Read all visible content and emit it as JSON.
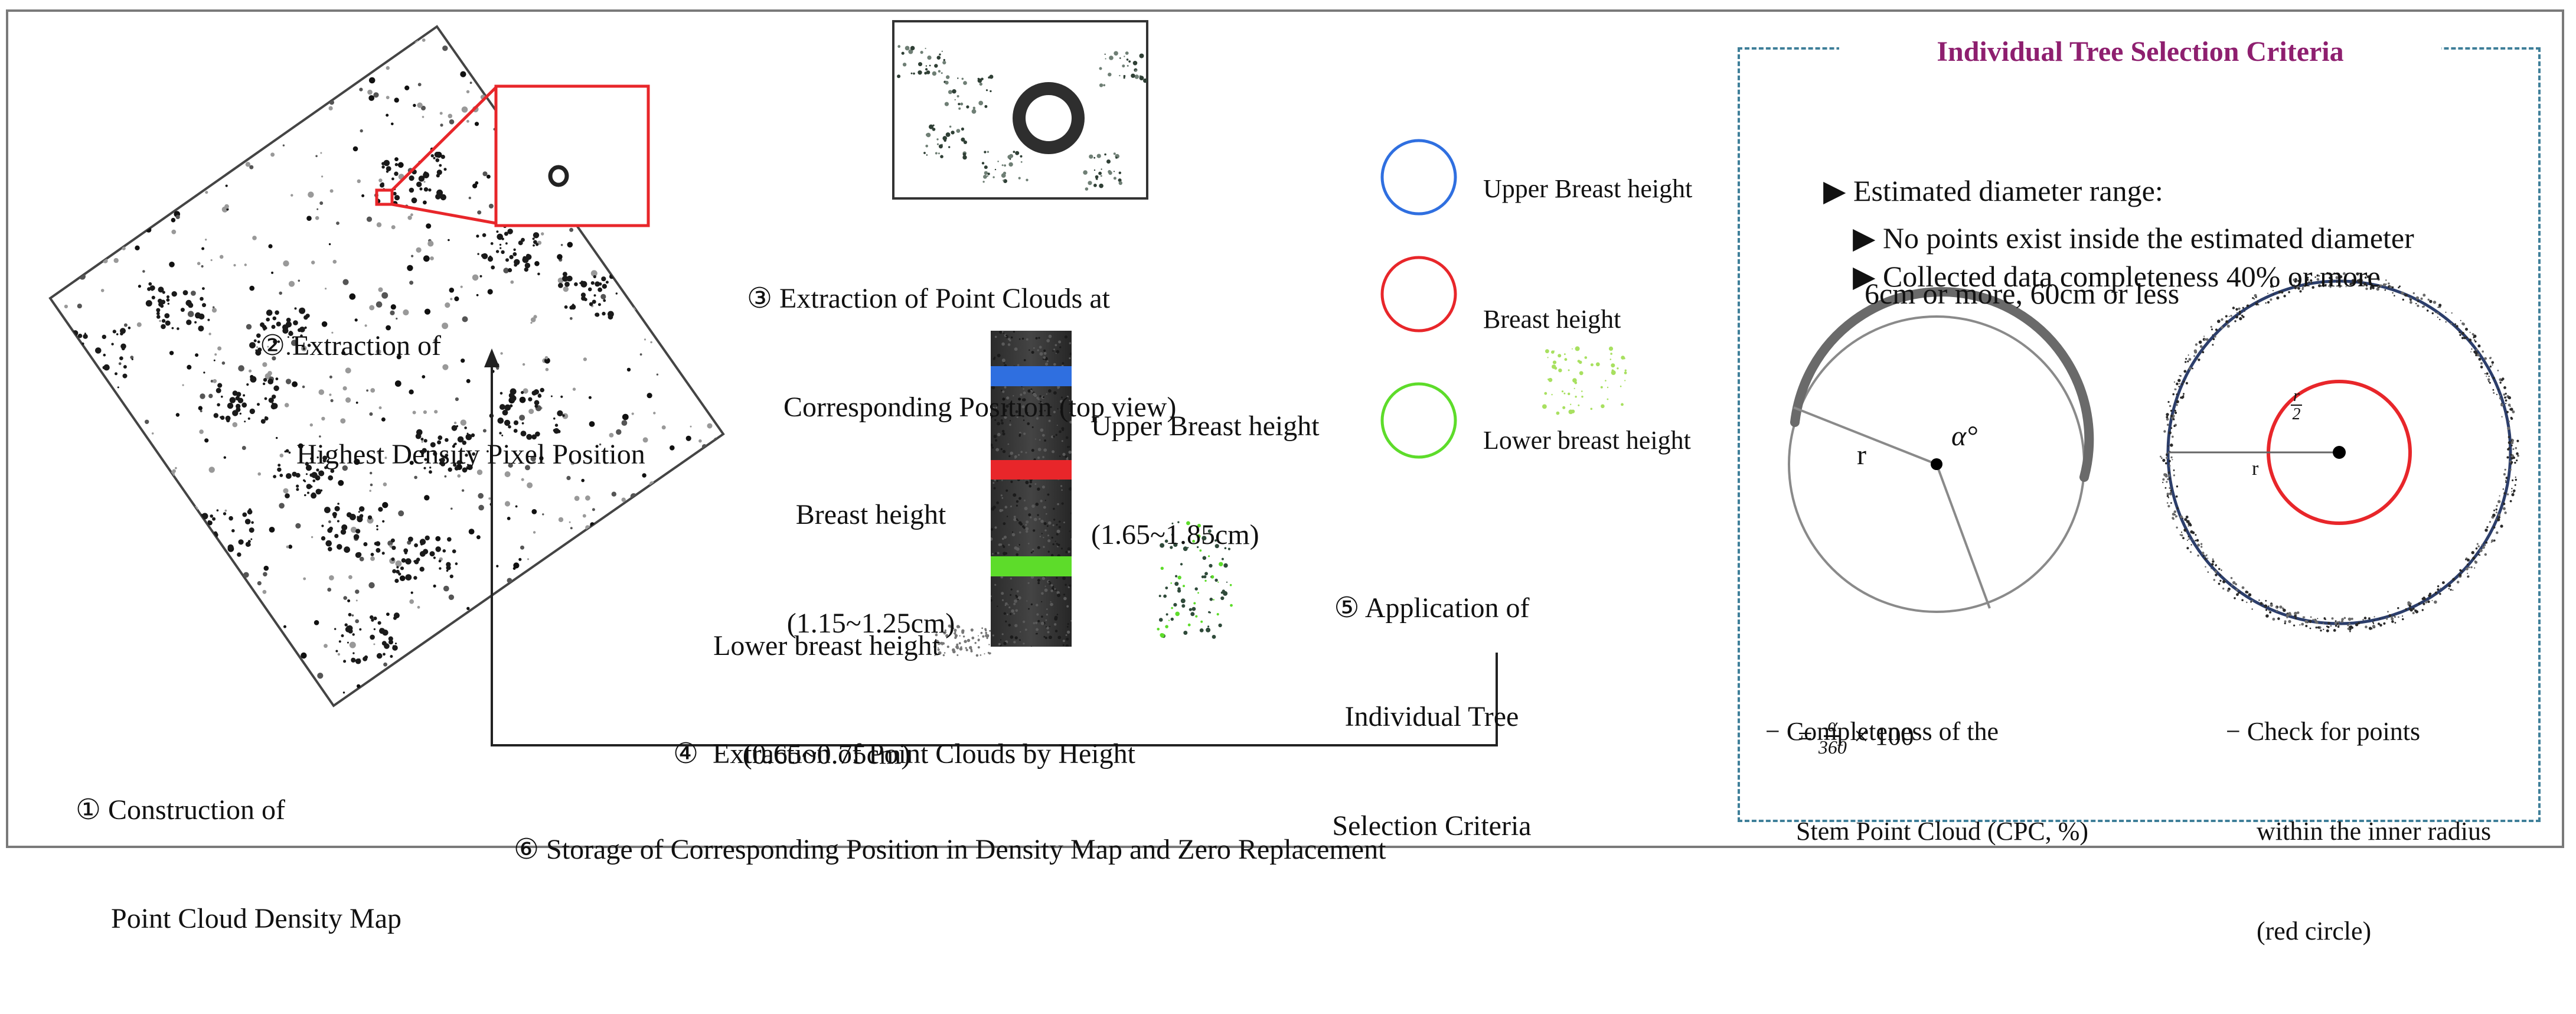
{
  "steps": {
    "step1": {
      "line1": "① Construction of",
      "line2": "Point Cloud Density Map"
    },
    "step2": {
      "line1": "② Extraction of",
      "line2": "Highest Density Pixel Position"
    },
    "step3": {
      "line1": "③ Extraction of Point Clouds at",
      "line2": "Corresponding Position (top view)"
    },
    "step4": {
      "line1": "④  Extraction of Point Clouds by Height"
    },
    "step5": {
      "line1": "⑤ Application of",
      "line2": "Individual Tree",
      "line3": "Selection Criteria"
    },
    "step6": {
      "line1": "⑥ Storage of Corresponding Position in Density Map and Zero Replacement"
    }
  },
  "stem_labels": {
    "upper": {
      "name": "Upper Breast height",
      "range": "(1.65~1.85cm)"
    },
    "breast": {
      "name": "Breast height",
      "range": "(1.15~1.25cm)"
    },
    "lower": {
      "name": "Lower breast height",
      "range": "(0.65~0.75cm)"
    }
  },
  "legend": [
    {
      "label": "Upper Breast height",
      "color": "#2f6fe0"
    },
    {
      "label": "Breast height",
      "color": "#e8262a"
    },
    {
      "label": "Lower breast height",
      "color": "#5ddc2a"
    }
  ],
  "criteria": {
    "title": "Individual Tree Selection Criteria",
    "bullets": [
      {
        "line1": "Estimated diameter range:",
        "line2": "6cm or more, 60cm or less"
      },
      {
        "line1": "No points exist inside the estimated diameter"
      },
      {
        "line1": "Collected data completeness 40% or more"
      }
    ],
    "left_diagram": {
      "r_label": "r",
      "angle_label": "α°",
      "caption_line1": "− Completeness of the",
      "caption_line2": "Stem Point Cloud (CPC, %)",
      "formula_eq": "=",
      "formula_num": "α",
      "formula_den": "360",
      "formula_rest": "× 100"
    },
    "right_diagram": {
      "r_label": "r",
      "half_r_num": "r",
      "half_r_den": "2",
      "caption_line1": "− Check for points",
      "caption_line2": "within the inner radius",
      "caption_line3": "(red circle)"
    }
  },
  "colors": {
    "highlight_red": "#e8262a",
    "upper_blue": "#2f6fe0",
    "lower_green": "#5ddc2a",
    "title_purple": "#8e1f6f",
    "dashed_border": "#3f7f99"
  }
}
